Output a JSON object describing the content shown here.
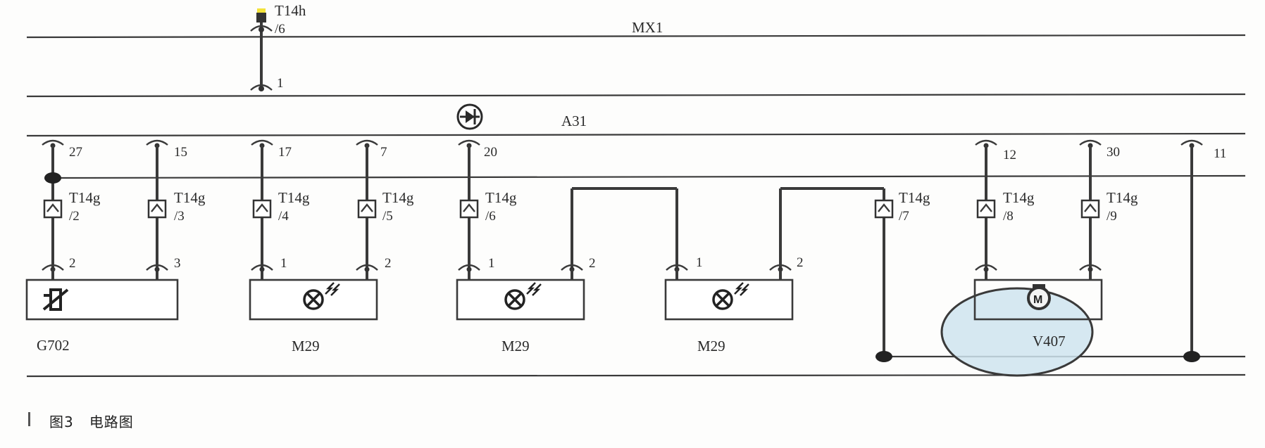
{
  "buses": {
    "top": "MX1",
    "mid": "A31"
  },
  "t14h": {
    "label": "T14h",
    "pin": "/6",
    "pin_lower": "1"
  },
  "columns": [
    {
      "id": "g702",
      "top_pin": "27",
      "conn": "T14g",
      "conn_pin": "/2",
      "dev_pin": "2"
    },
    {
      "id": "g702b",
      "top_pin": "15",
      "conn": "T14g",
      "conn_pin": "/3",
      "dev_pin": "3"
    },
    {
      "id": "m29a1",
      "top_pin": "17",
      "conn": "T14g",
      "conn_pin": "/4",
      "dev_pin": "1"
    },
    {
      "id": "m29a2",
      "top_pin": "7",
      "conn": "T14g",
      "conn_pin": "/5",
      "dev_pin": "2"
    },
    {
      "id": "m29b1",
      "top_pin": "20",
      "conn": "T14g",
      "conn_pin": "/6",
      "dev_pin": "1"
    },
    {
      "id": "gnd1",
      "conn": "T14g",
      "conn_pin": "/7"
    },
    {
      "id": "v407a",
      "top_pin": "12",
      "conn": "T14g",
      "conn_pin": "/8"
    },
    {
      "id": "v407b",
      "top_pin": "30",
      "conn": "T14g",
      "conn_pin": "/9"
    },
    {
      "id": "gnd2",
      "top_pin": "11"
    }
  ],
  "devices": {
    "g702": {
      "label": "G702",
      "icon": "temperature-sensor-icon"
    },
    "m29a": {
      "label": "M29",
      "icon": "lamp-icon"
    },
    "m29b": {
      "label": "M29",
      "icon": "lamp-icon",
      "pin_right": "2"
    },
    "m29c": {
      "label": "M29",
      "icon": "lamp-icon",
      "pin_left": "1",
      "pin_right": "2"
    },
    "v407": {
      "label": "V407",
      "icon": "motor-icon"
    }
  },
  "symbols": {
    "a31_symbol": "diode-icon"
  },
  "colors": {
    "line": "#3a3a3a",
    "highlight_circle": "#cfe4ef",
    "connector_top": "#f3e23a"
  },
  "caption": {
    "figure": "图3",
    "title": "电路图"
  }
}
